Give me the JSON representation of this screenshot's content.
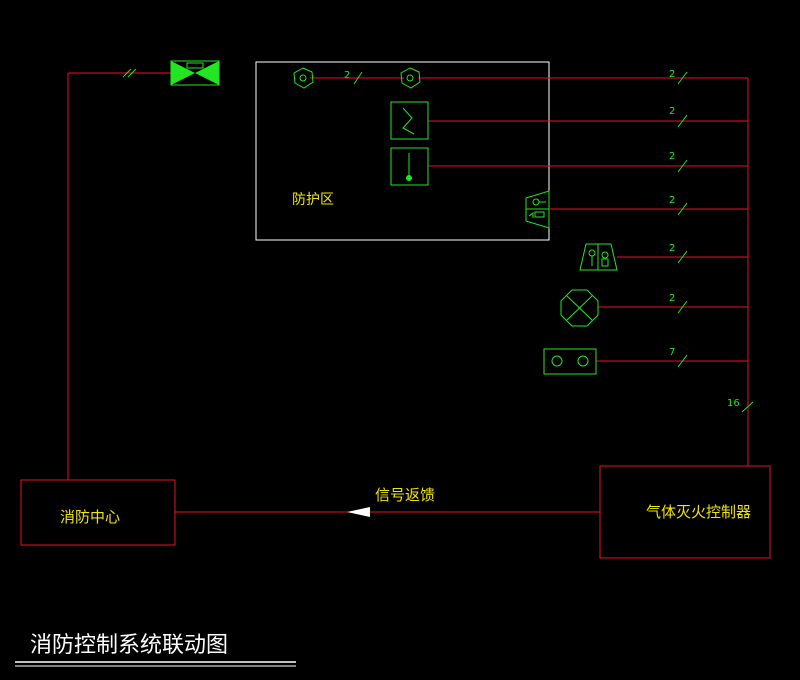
{
  "protection_zone": {
    "label": "防护区"
  },
  "fire_center": {
    "label": "消防中心"
  },
  "controller": {
    "label": "气体灭火控制器"
  },
  "feedback": {
    "label": "信号返馈"
  },
  "page_title": "消防控制系统联动图",
  "wire_counts": {
    "smoke_detector_link": "2",
    "detectors": "2",
    "heat_detector": "2",
    "nozzle": "2",
    "pressure_switch": "2",
    "manual_station": "2",
    "alarm_bell": "2",
    "panel": "7",
    "trunk": "16"
  },
  "colors": {
    "wire": "#e8102a",
    "device": "#22e622",
    "text": "#f2e600",
    "zone_border": "#ffffff",
    "background": "#000000"
  },
  "icons": [
    "smoke-detector-icon",
    "heat-detector-icon",
    "nozzle-icon",
    "pressure-switch-icon",
    "manual-station-icon",
    "alarm-bell-icon",
    "panel-icon",
    "solenoid-valve-icon",
    "arrow-icon"
  ]
}
